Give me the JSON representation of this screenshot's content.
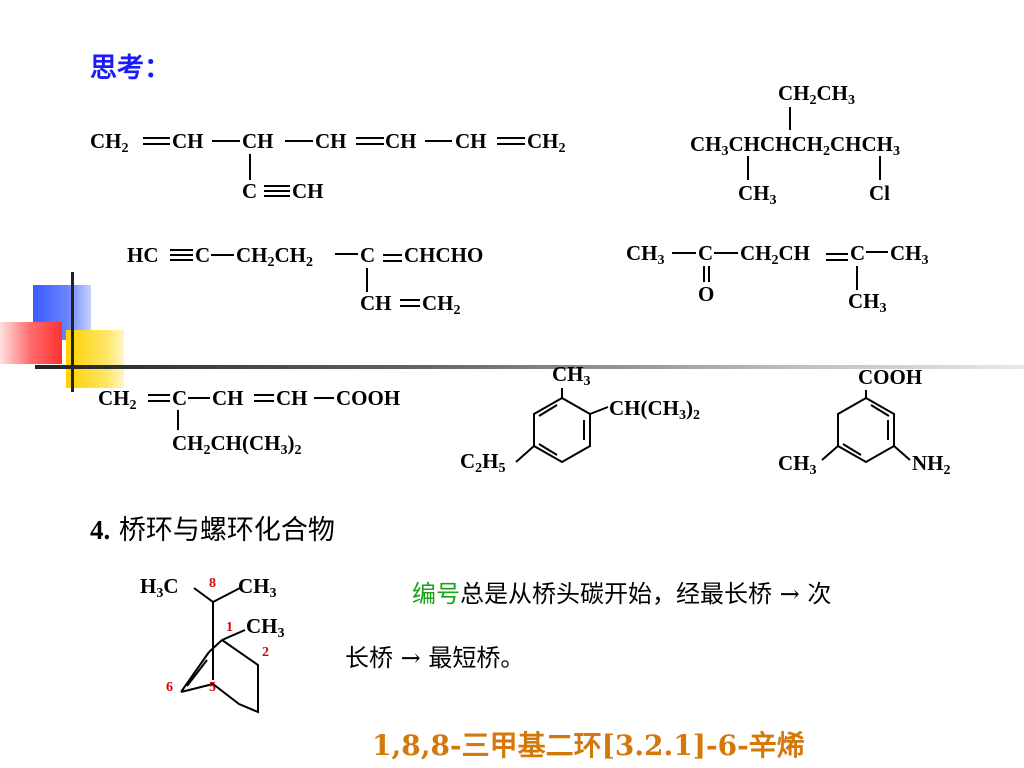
{
  "heading": "思考：",
  "colors": {
    "heading": "#1a1aff",
    "highlight": "#17a317",
    "name": "#d4780a",
    "locant": "#e00000",
    "deco_blue": "#3b5bff",
    "deco_red": "#ff3030",
    "deco_yellow": "#ffd200"
  },
  "s1": {
    "a": "CH",
    "a2": "2",
    "b": "CH",
    "c": "CH",
    "d": "CH",
    "e": "CH",
    "f": "CH",
    "g": "CH",
    "g2": "2",
    "h": "C",
    "i": "CH"
  },
  "s2": {
    "top": "CH",
    "top2": "2",
    "top3": "CH",
    "top4": "3",
    "m1": "CH",
    "m2": "3",
    "m3": "CHCHCH",
    "m4": "2",
    "m5": "CHCH",
    "m6": "3",
    "b1": "CH",
    "b2": "3",
    "b3": "Cl"
  },
  "s3": {
    "a": "HC",
    "b": "C",
    "c": "CH",
    "c2": "2",
    "c3": "CH",
    "c4": "2",
    "d": "C",
    "e": "CHCHO",
    "f": "CH",
    "g": "CH",
    "g2": "2"
  },
  "s4": {
    "a": "CH",
    "a2": "3",
    "b": "C",
    "c": "CH",
    "c2": "2",
    "c3": "CH",
    "d": "C",
    "e": "CH",
    "e2": "3",
    "o": "O",
    "f": "CH",
    "f2": "3"
  },
  "s5": {
    "a": "CH",
    "a2": "2",
    "b": "C",
    "c": "CH",
    "d": "CH",
    "e": "COOH",
    "f": "CH",
    "f2": "2",
    "f3": "CH(CH",
    "f4": "3",
    "f5": ")",
    "f6": "2"
  },
  "s6": {
    "me": "CH",
    "me2": "3",
    "ipr": "CH(CH",
    "ipr2": "3",
    "ipr3": ")",
    "ipr4": "2",
    "et": "C",
    "et2": "2",
    "et3": "H",
    "et4": "5"
  },
  "s7": {
    "cooh": "COOH",
    "me": "CH",
    "me2": "3",
    "nh": "NH",
    "nh2": "2"
  },
  "section": {
    "num": "4.",
    "title": " 桥环与螺环化合物"
  },
  "bicyclo": {
    "h3c": "H",
    "h3c2": "3",
    "h3c3": "C",
    "ch3a": "CH",
    "ch3a2": "3",
    "ch3b": "CH",
    "ch3b2": "3",
    "n8": "8",
    "n1": "1",
    "n2": "2",
    "n5": "5",
    "n6": "6"
  },
  "rule": {
    "green": "编号",
    "line1": "总是从桥头碳开始，经最长桥 → 次",
    "line2": "长桥 → 最短桥。"
  },
  "name": "1,8,8-三甲基二环[3.2.1]-6-辛烯"
}
